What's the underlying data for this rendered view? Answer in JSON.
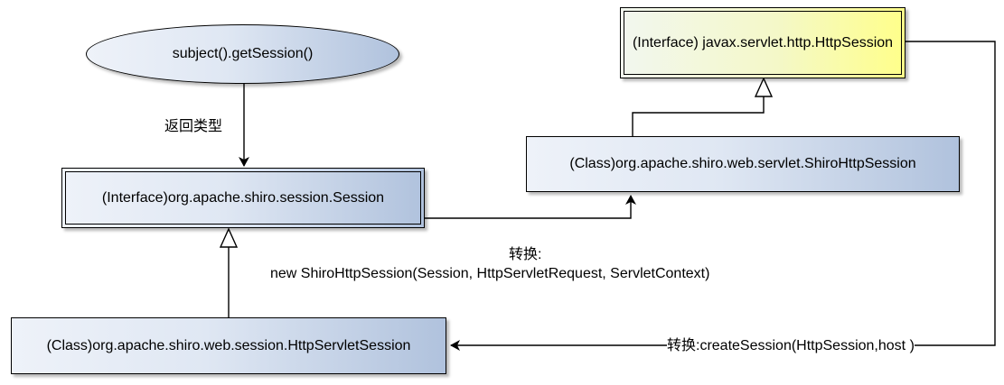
{
  "nodes": {
    "call_get_session": "subject().getSession()",
    "servlet_http_session": "(Interface) javax.servlet.http.HttpSession",
    "shiro_http_session": "(Class)org.apache.shiro.web.servlet.ShiroHttpSession",
    "shiro_session": "(Interface)org.apache.shiro.session.Session",
    "http_servlet_session": "(Class)org.apache.shiro.web.session.HttpServletSession"
  },
  "edges": {
    "return_type": "返回类型",
    "convert_title": "转换:",
    "convert_new": "new ShiroHttpSession(Session, HttpServletRequest, ServletContext)",
    "convert_create": "转换:createSession(HttpSession,host )"
  },
  "colors": {
    "node_fill_start": "#eef2f9",
    "node_fill_end": "#b0c2dd",
    "interface_fill_end": "#ffff8a",
    "line": "#000000"
  }
}
